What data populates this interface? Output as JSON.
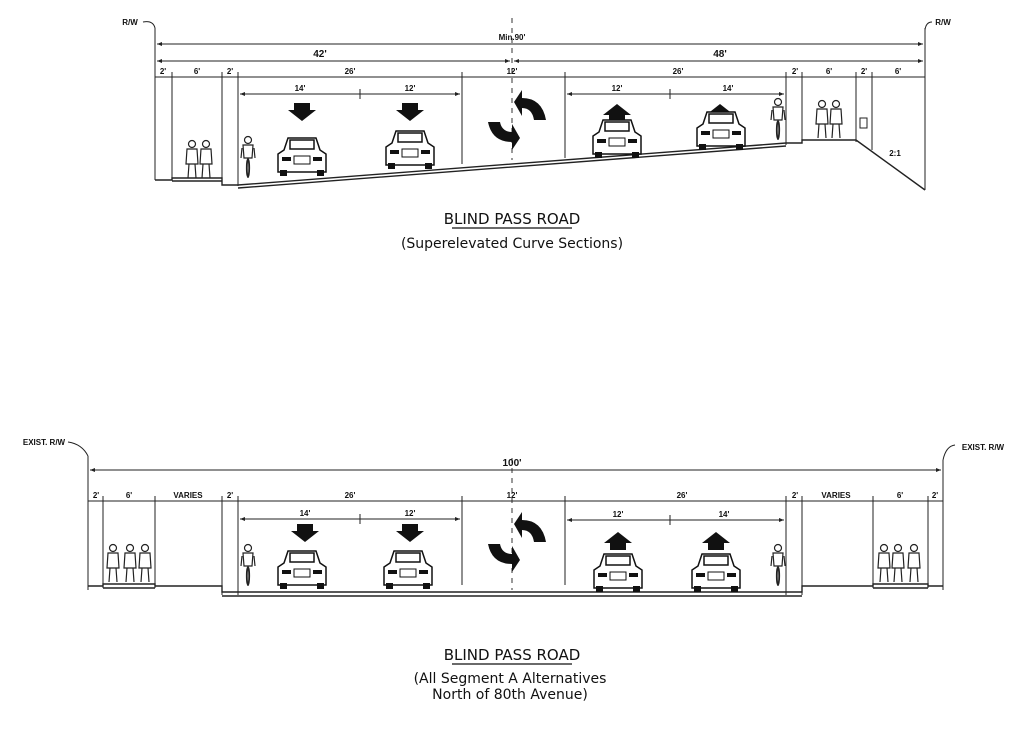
{
  "top_section": {
    "title": "BLIND PASS ROAD",
    "subtitle": "(Superelevated Curve Sections)",
    "rw_left": "R/W",
    "rw_right": "R/W",
    "overall": "Min.90'",
    "left_half": "42'",
    "right_half": "48'",
    "segments": [
      "2'",
      "6'",
      "2'",
      "26'",
      "12'",
      "26'",
      "2'",
      "6'",
      "2'",
      "6'"
    ],
    "lanes": [
      "14'",
      "12'",
      "12'",
      "14'"
    ],
    "slope": "2:1"
  },
  "bottom_section": {
    "title": "BLIND PASS ROAD",
    "subtitle_line1": "(All Segment A Alternatives",
    "subtitle_line2": "North of 80th Avenue)",
    "rw_left": "EXIST. R/W",
    "rw_right": "EXIST. R/W",
    "overall": "100'",
    "segments": [
      "2'",
      "6'",
      "VARIES",
      "2'",
      "26'",
      "12'",
      "26'",
      "2'",
      "VARIES",
      "6'",
      "2'"
    ],
    "lanes": [
      "14'",
      "12'",
      "12'",
      "14'"
    ]
  }
}
